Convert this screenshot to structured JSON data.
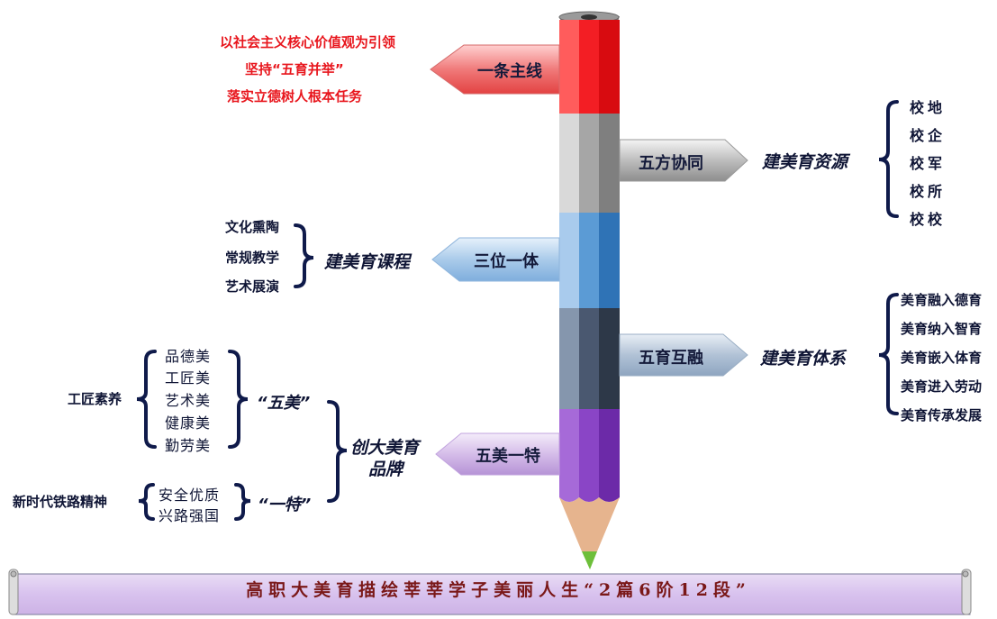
{
  "main_line": {
    "label": "一条主线",
    "notes": [
      "以社会主义核心价值观为引领",
      "坚持“五育并举”",
      "落实立德树人根本任务"
    ]
  },
  "resources": {
    "label": "五方协同",
    "target": "建美育资源",
    "items": [
      "校地",
      "校企",
      "校军",
      "校所",
      "校校"
    ]
  },
  "curriculum": {
    "label": "三位一体",
    "target": "建美育课程",
    "items": [
      "文化熏陶",
      "常规教学",
      "艺术展演"
    ]
  },
  "system": {
    "label": "五育互融",
    "target": "建美育体系",
    "items": [
      "美育融入德育",
      "美育纳入智育",
      "美育嵌入体育",
      "美育进入劳动",
      "美育传承发展"
    ]
  },
  "brand": {
    "label": "五美一特",
    "target_line1": "创大美育",
    "target_line2": "品牌",
    "five_beauty": {
      "label": "“五美”",
      "items": [
        "品德美",
        "工匠美",
        "艺术美",
        "健康美",
        "勤劳美"
      ],
      "source": "工匠素养"
    },
    "one_special": {
      "label": "“一特”",
      "items": [
        "安全优质",
        "兴路强国"
      ],
      "source": "新时代铁路精神"
    }
  },
  "banner": {
    "title": "高职大美育描绘莘莘学子美丽人生“2篇6阶12段”"
  }
}
